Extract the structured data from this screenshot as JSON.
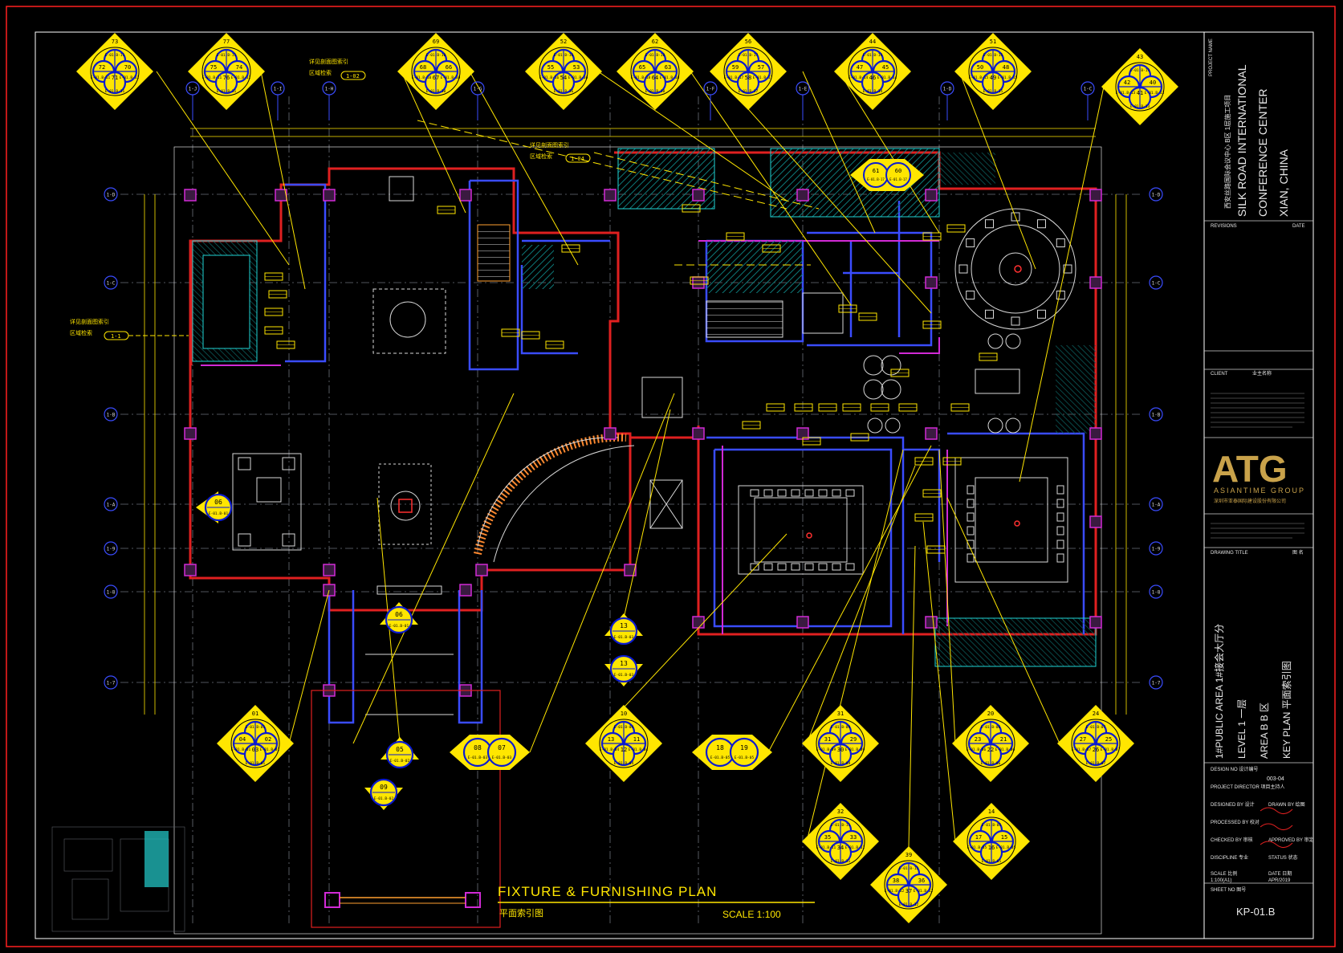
{
  "drawing": {
    "title": "FIXTURE & FURNISHING PLAN",
    "subtitle": "平面索引图",
    "scale": "SCALE 1:100"
  },
  "title_block": {
    "project_label": "PROJECT NAME",
    "project_cn": "西安丝路国际会议中心 B区 1层施工项目",
    "project_line1": "SILK ROAD INTERNATIONAL",
    "project_line2": "CONFERENCE CENTER",
    "project_line3": "XIAN, CHINA",
    "revisions_label": "REVISIONS",
    "date_label": "DATE",
    "client_label": "CLIENT",
    "client_value": "业主名称",
    "company_logo": "ATG",
    "company_name": "ASIANTIME GROUP",
    "company_cn": "深圳市亚泰国际建设股份有限公司",
    "drawing_title_label": "DRAWING TITLE",
    "drawing_title_value": "图 名",
    "area_line1": "1#PUBLIC AREA  1#接会大厅分",
    "area_line2": "LEVEL 1  一层",
    "area_line3": "AREA  B  B 区",
    "area_line4": "KEY PLAN  平面索引图",
    "design_no_label": "DESIGN NO 设计编号",
    "design_no": "003-04",
    "director_label": "PROJECT DIRECTOR  项目主持人",
    "designed_label": "DESIGNED BY  设计",
    "drawn_label": "DRAWN BY  绘图",
    "processed_label": "PROCESSED BY  校对",
    "checked_label": "CHECKED BY 审核",
    "approved_label": "APPROVED BY 审定",
    "discipline_label": "DISCIPLINE  专业",
    "status_label": "STATUS  状态",
    "scale_label": "SCALE  比例",
    "scale_value": "1:100(A1)",
    "date_label2": "DATE  日期",
    "date_value": "APR/2019",
    "sheet_label": "SHEET NO  图号",
    "sheet_no": "KP-01.B"
  },
  "grid_left": [
    "1-D",
    "1-C",
    "1-B",
    "1-A",
    "1-9",
    "1-8",
    "1-7"
  ],
  "grid_right": [
    "1-D",
    "1-C",
    "1-B",
    "1-A",
    "1-9",
    "1-8",
    "1-7"
  ],
  "grid_top": [
    "1-J",
    "1-I",
    "1-H",
    "1-G",
    "1-F",
    "1-E",
    "1-D",
    "1-C"
  ],
  "callouts": [
    {
      "top": "73",
      "left": "72",
      "right": "70",
      "bottom": "71",
      "ref": "E-01.B-11"
    },
    {
      "top": "77",
      "left": "75",
      "right": "74",
      "bottom": "76",
      "ref": "E-01.B-11"
    },
    {
      "top": "69",
      "left": "68",
      "right": "66",
      "bottom": "67",
      "ref": "E-01.B-10"
    },
    {
      "top": "52",
      "left": "55",
      "right": "53",
      "bottom": "54",
      "ref": "E-01.B-16"
    },
    {
      "top": "62",
      "left": "65",
      "right": "63",
      "bottom": "64",
      "ref": "E-01.B-18"
    },
    {
      "top": "56",
      "left": "59",
      "right": "57",
      "bottom": "58",
      "ref": "E-01.B-17"
    },
    {
      "top": "44",
      "left": "47",
      "right": "45",
      "bottom": "46",
      "ref": "E-01.B-14"
    },
    {
      "top": "51",
      "left": "50",
      "right": "48",
      "bottom": "49",
      "ref": "E-01.B-15"
    },
    {
      "top": "43",
      "left": "42",
      "right": "40",
      "bottom": "41",
      "ref": "E-01.B-13"
    },
    {
      "top": "01",
      "left": "04",
      "right": "02",
      "bottom": "03",
      "ref": "E-01.B-01"
    },
    {
      "top": "10",
      "left": "13",
      "right": "11",
      "bottom": "12",
      "ref": "E-01.B-04"
    },
    {
      "top": "31",
      "left": "31",
      "right": "29",
      "bottom": "30",
      "ref": "E-01.B-09"
    },
    {
      "top": "20",
      "left": "23",
      "right": "21",
      "bottom": "22",
      "ref": "E-01.B-06"
    },
    {
      "top": "24",
      "left": "27",
      "right": "25",
      "bottom": "26",
      "ref": "E-01.B-07"
    },
    {
      "top": "32",
      "left": "35",
      "right": "33",
      "bottom": "34",
      "ref": "E-01.B-11"
    },
    {
      "top": "14",
      "left": "17",
      "right": "15",
      "bottom": "16",
      "ref": "E-01.B-05"
    },
    {
      "top": "39",
      "left": "38",
      "right": "36",
      "bottom": "37",
      "ref": "E-01.B-12"
    }
  ],
  "pair_callouts": [
    {
      "left": "08",
      "right": "07",
      "ref": "E-01.B-03"
    },
    {
      "left": "18",
      "right": "19",
      "ref": "E-01.B-05"
    }
  ],
  "single_callouts": [
    {
      "num": "06",
      "ref": "E-01.B-01"
    },
    {
      "num": "05",
      "ref": "E-01.B-02"
    },
    {
      "num": "09",
      "ref": "E-01.B-02"
    },
    {
      "num": "13a",
      "ref": "E-01.B-03"
    },
    {
      "num": "13b",
      "ref": "E-01.B-03"
    },
    {
      "num": "06",
      "ref": "E-01.B-01"
    }
  ],
  "room_callouts": [
    {
      "left": "61",
      "right": "60",
      "ref": "E-01.B-17"
    }
  ],
  "section_tags": [
    "1-1",
    "1-02",
    "1-04"
  ],
  "notes": [
    "详见剖面图索引",
    "区域检索"
  ],
  "colors": {
    "bg": "#000000",
    "wall": "#e02020",
    "callout": "#ffe600",
    "blue": "#3a4cff",
    "cyan": "#1fd3d3",
    "grid": "#9aa0a8",
    "furniture": "#d8d8d8",
    "gold": "#c9a24a",
    "hatch": "#0e7a7a"
  }
}
